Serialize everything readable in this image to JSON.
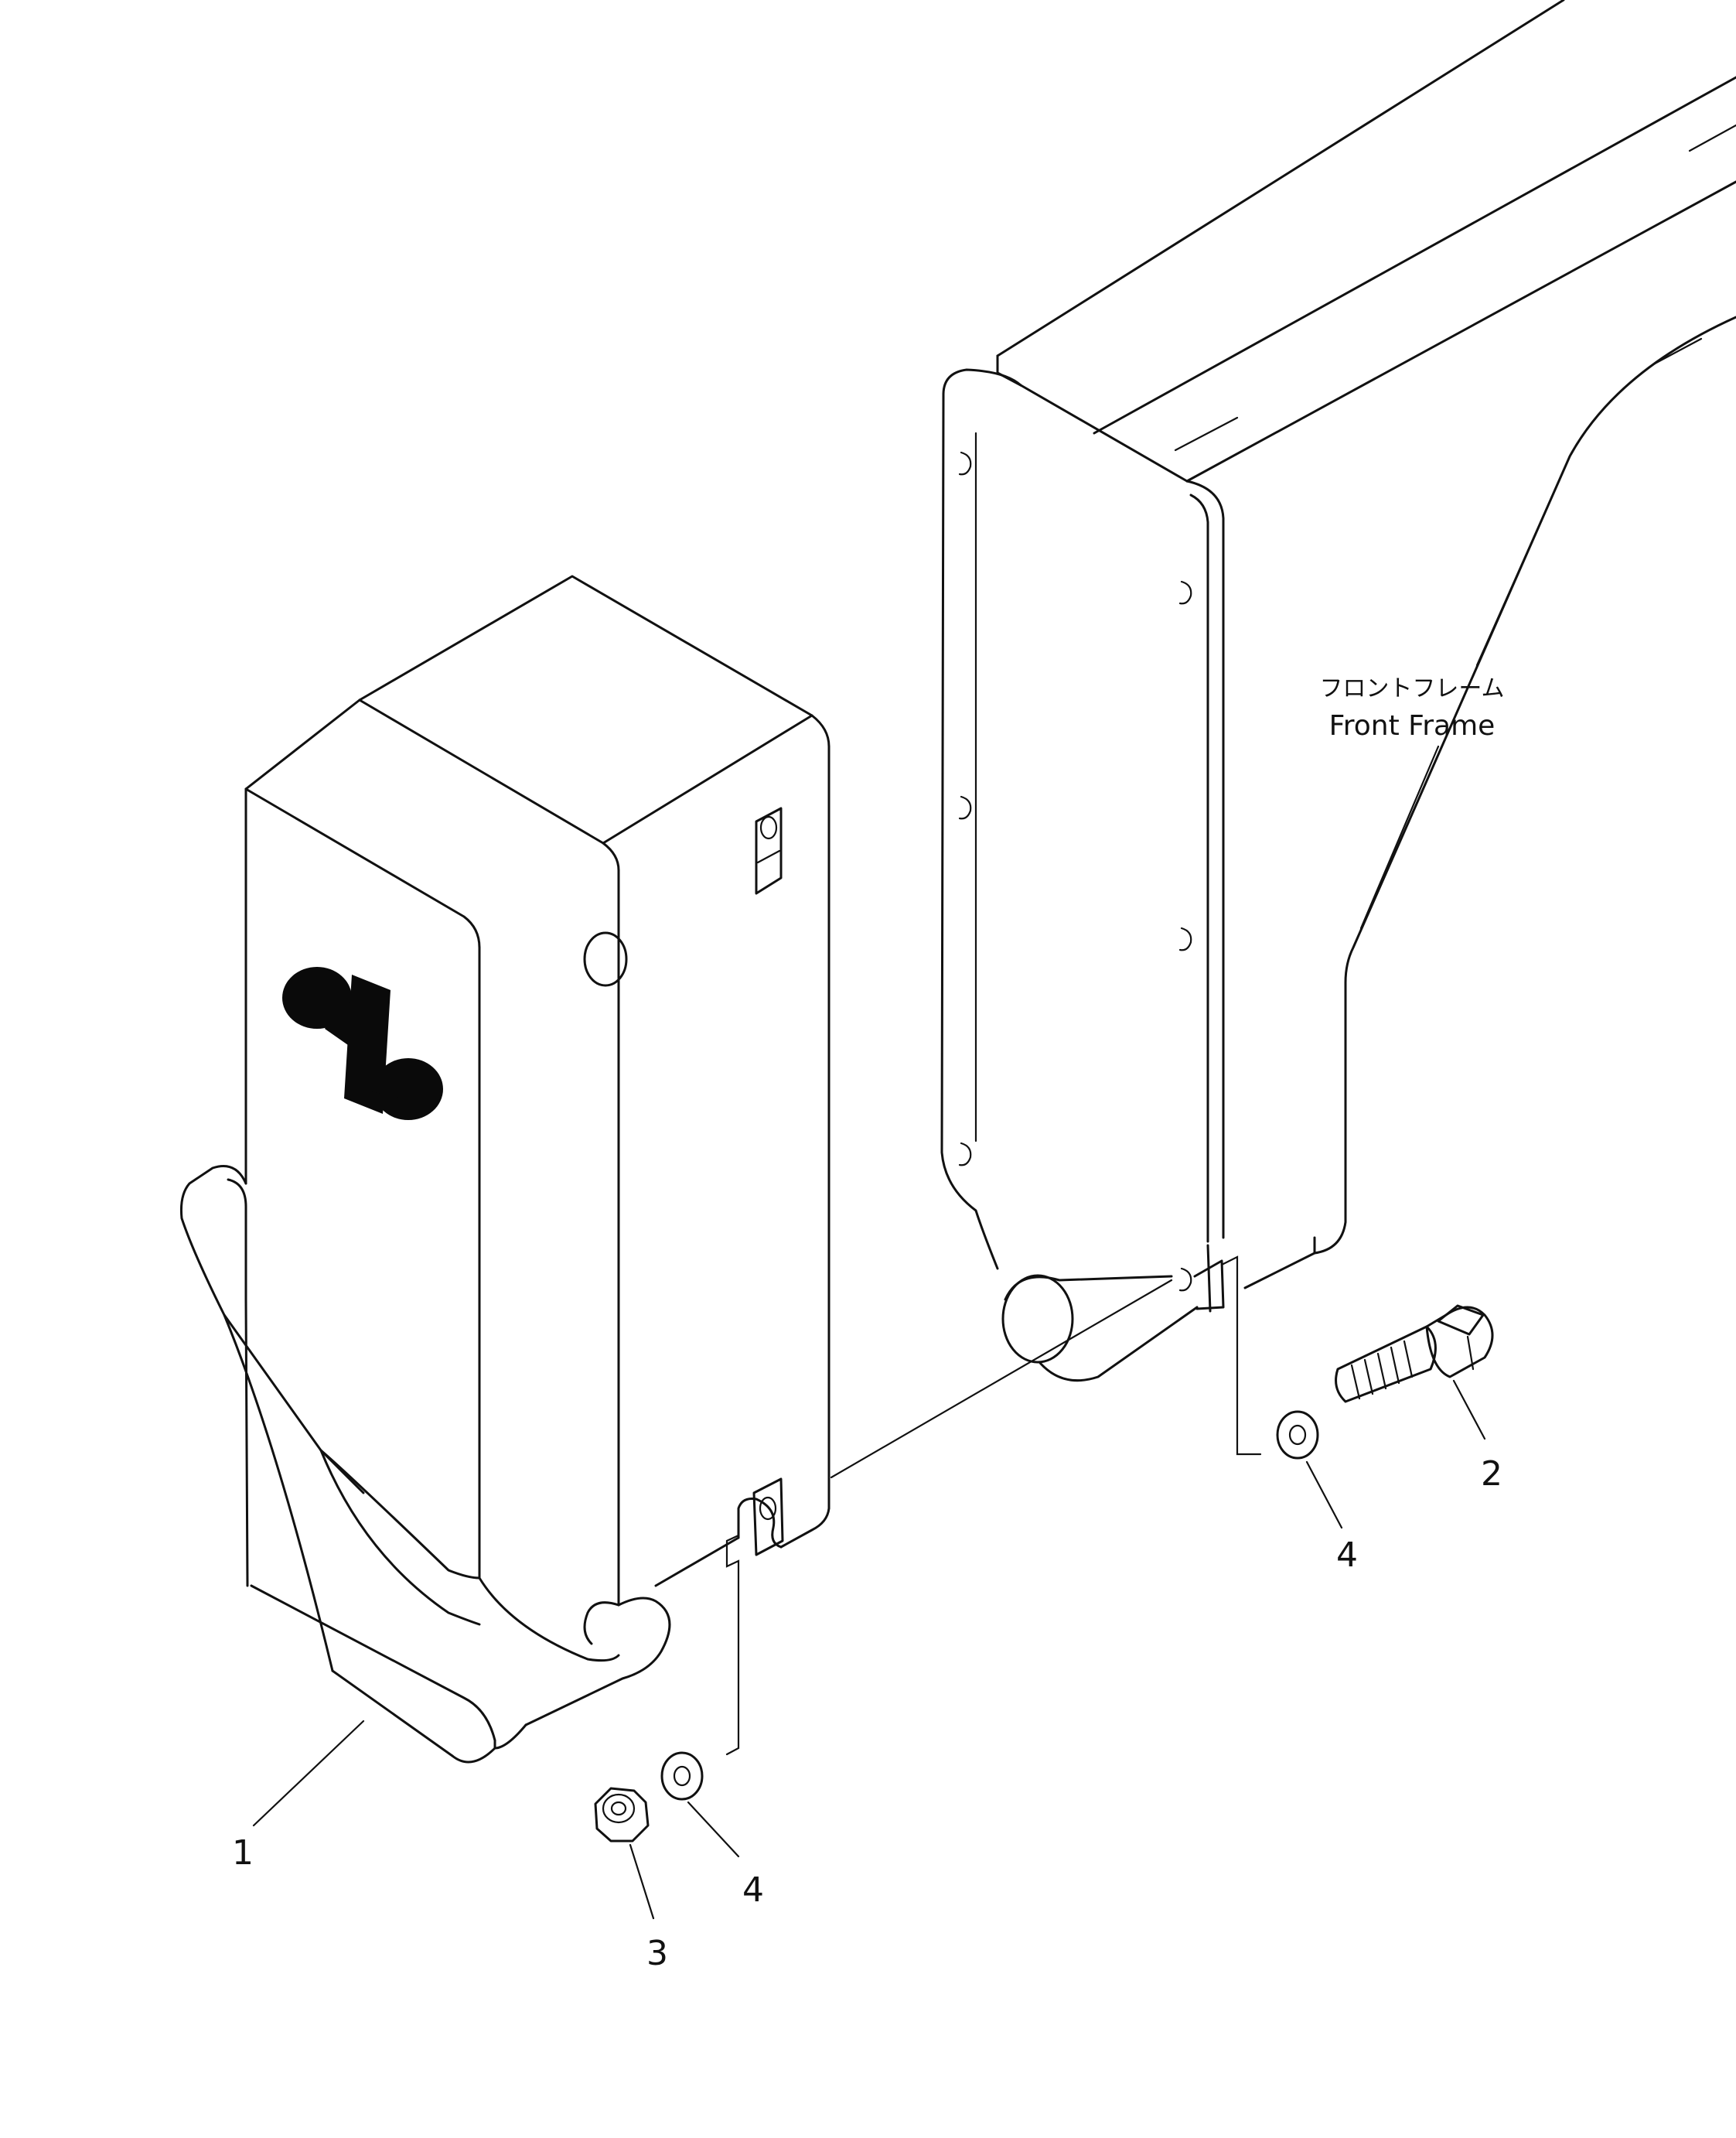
{
  "diagram": {
    "frame_label_jp": "フロントフレーム",
    "frame_label_en": "Front Frame",
    "callouts": [
      {
        "id": "part-1",
        "number": "1"
      },
      {
        "id": "part-2",
        "number": "2"
      },
      {
        "id": "part-3",
        "number": "3"
      },
      {
        "id": "part-4a",
        "number": "4"
      },
      {
        "id": "part-4b",
        "number": "4"
      }
    ]
  },
  "colors": {
    "line": "#111111",
    "background": "#ffffff"
  }
}
